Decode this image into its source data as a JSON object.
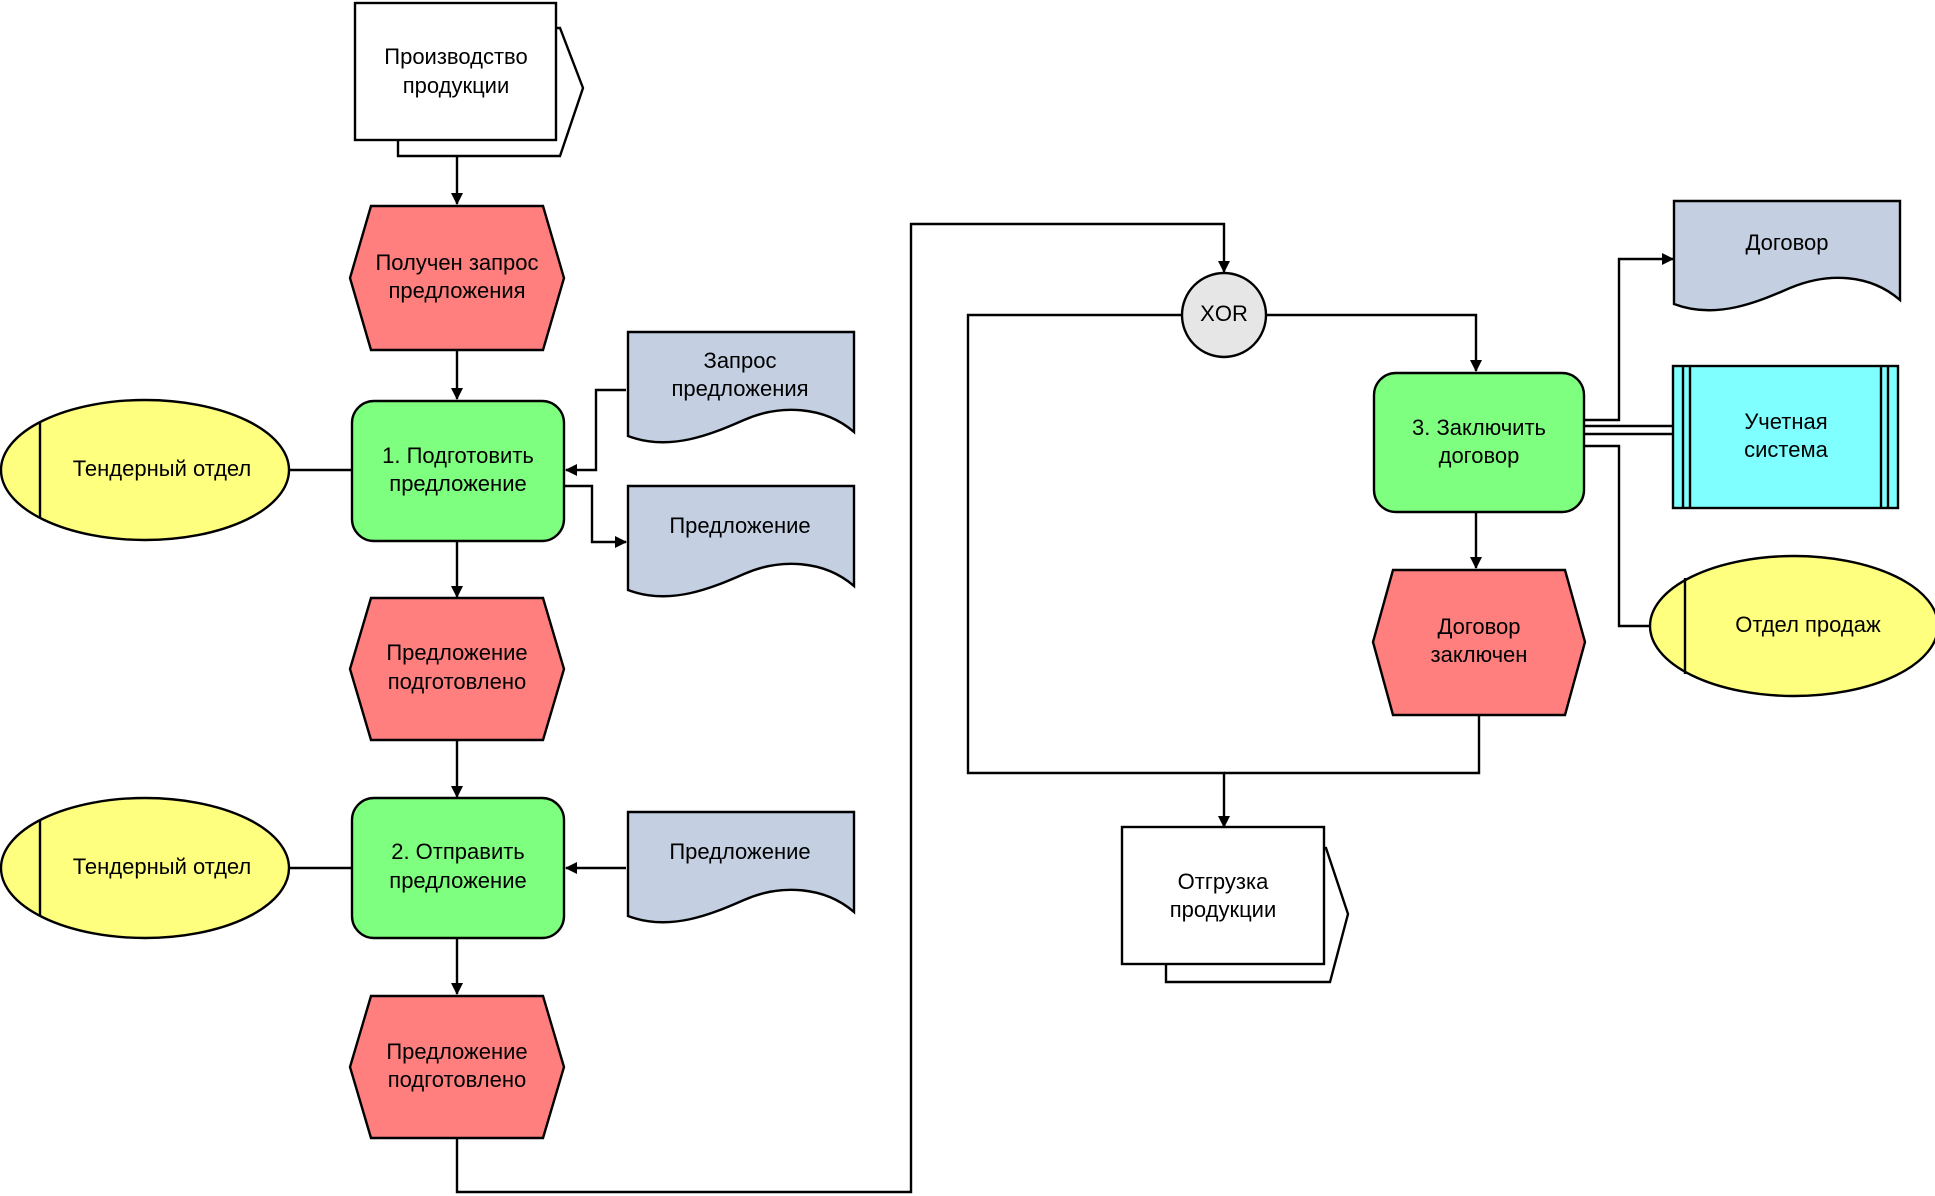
{
  "colors": {
    "event": "#FF7F7F",
    "function": "#7FFF7F",
    "document": "#C4D0E2",
    "org_unit": "#FFFF7F",
    "system": "#7FFFFF",
    "operator": "#E6E6E6",
    "process_interface": "#FFFFFF",
    "line": "#000000"
  },
  "interfaces": {
    "production": [
      "Производство",
      "продукции"
    ],
    "shipment": [
      "Отгрузка",
      "продукции"
    ]
  },
  "events": {
    "request_received": [
      "Получен запрос",
      "предложения"
    ],
    "offer_prepared_1": [
      "Предложение",
      "подготовлено"
    ],
    "offer_prepared_2": [
      "Предложение",
      "подготовлено"
    ],
    "contract_concluded": [
      "Договор",
      "заключен"
    ]
  },
  "functions": {
    "prepare_offer": [
      "1. Подготовить",
      "предложение"
    ],
    "send_offer": [
      "2. Отправить",
      "предложение"
    ],
    "conclude_contract": [
      "3. Заключить",
      "договор"
    ]
  },
  "documents": {
    "offer_request": [
      "Запрос",
      "предложения"
    ],
    "offer_output": [
      "Предложение"
    ],
    "offer_input": [
      "Предложение"
    ],
    "contract": [
      "Договор"
    ]
  },
  "org_units": {
    "tender_1": [
      "Тендерный отдел"
    ],
    "tender_2": [
      "Тендерный отдел"
    ],
    "sales": [
      "Отдел продаж"
    ]
  },
  "systems": {
    "accounting": [
      "Учетная",
      "система"
    ]
  },
  "operators": {
    "xor": "XOR"
  }
}
